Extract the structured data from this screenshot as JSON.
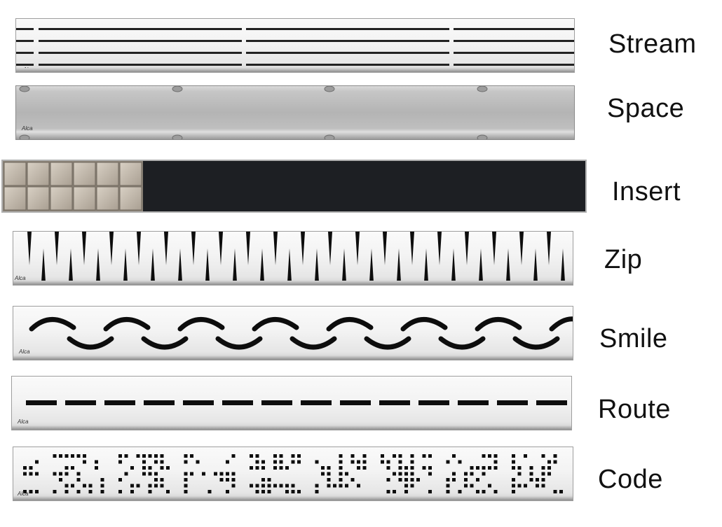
{
  "products": [
    {
      "name": "Stream",
      "brand": "Alca"
    },
    {
      "name": "Space",
      "brand": "Alca"
    },
    {
      "name": "Insert"
    },
    {
      "name": "Zip",
      "brand": "Alca"
    },
    {
      "name": "Smile",
      "brand": "Alca"
    },
    {
      "name": "Route",
      "brand": "Alca"
    },
    {
      "name": "Code",
      "brand": "Alca"
    }
  ],
  "colors": {
    "steel_light": "#f5f5f5",
    "steel_brushed": "#b9b9b9",
    "insert_dark": "#1d1f23",
    "tile": "#c9bfb2",
    "pattern": "#111111"
  }
}
